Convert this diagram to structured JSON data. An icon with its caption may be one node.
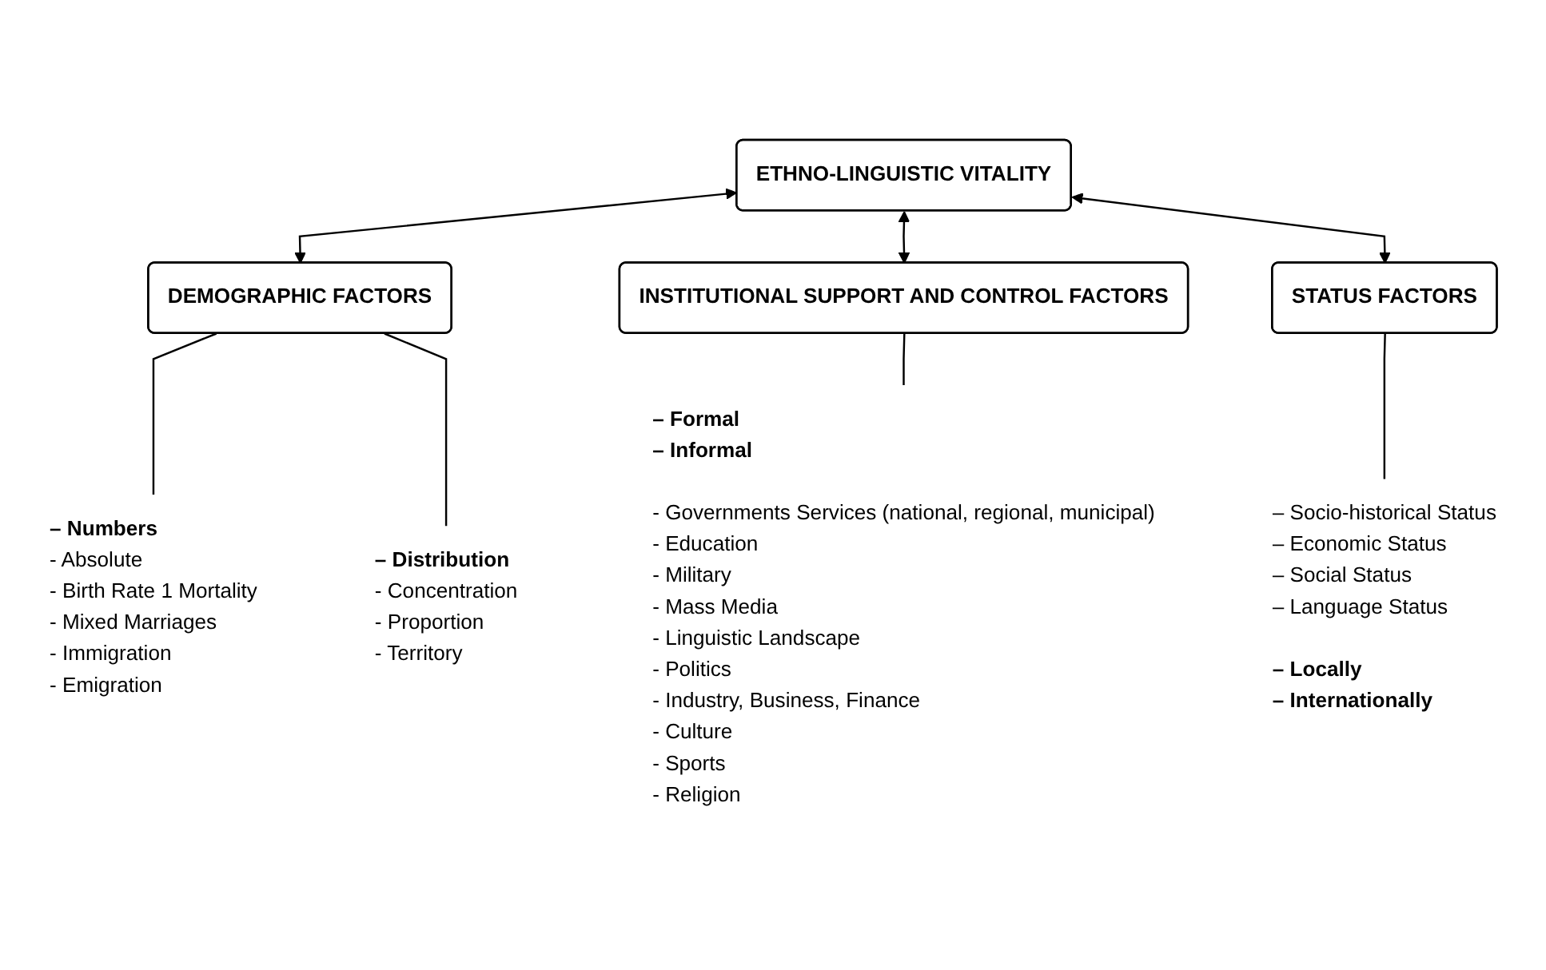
{
  "diagram": {
    "nodes": [
      {
        "text": [
          "ETHNO-LINGUISTIC VITALITY"
        ]
      },
      {
        "text": [
          "DEMOGRAPHIC FACTORS"
        ]
      },
      {
        "text": [
          "INSTITUTIONAL SUPPORT AND CONTROL FACTORS"
        ]
      },
      {
        "text": [
          "STATUS FACTORS"
        ]
      },
      {
        "text": [
          "– Numbers",
          "- Absolute",
          "- Birth Rate 1 Mortality",
          "- Mixed Marriages",
          "- Immigration",
          "- Emigration"
        ]
      },
      {
        "text": [
          "– Distribution",
          "- Concentration",
          "- Proportion",
          "- Territory"
        ]
      },
      {
        "text": [
          "– Formal",
          "– Informal"
        ],
        "beside": [
          "- Governments Services (national, regional, municipal)",
          "- Education",
          "- Military",
          "- Mass Media",
          "- Linguistic Landscape",
          "- Politics",
          "- Industry, Business, Finance",
          "- Culture",
          "- Sports",
          "- Religion"
        ]
      },
      {
        "text": [
          "– Socio-historical Status",
          "– Economic Status",
          "– Social Status",
          "– Language Status"
        ],
        "beside": [
          "– Locally",
          "– Internationally"
        ]
      }
    ],
    "edges": [
      {
        "from": 0,
        "to": 1,
        "arrow": "both"
      },
      {
        "from": 0,
        "to": 2,
        "arrow": "both"
      },
      {
        "from": 0,
        "to": 3,
        "arrow": "both"
      },
      {
        "from": 1,
        "to": 4,
        "arrow": "none"
      },
      {
        "from": 1,
        "to": 5,
        "arrow": "none"
      },
      {
        "from": 2,
        "to": 6,
        "arrow": "none"
      },
      {
        "from": 3,
        "to": 7,
        "arrow": "none"
      }
    ]
  }
}
